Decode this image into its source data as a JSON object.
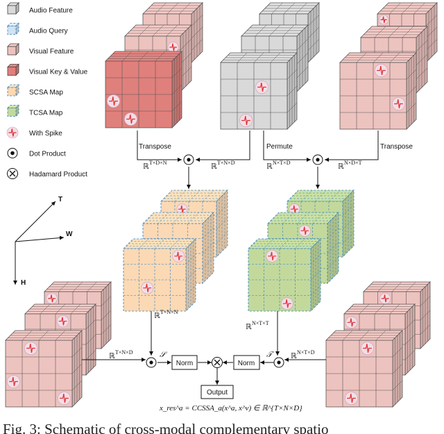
{
  "legend": [
    {
      "label": "Audio Feature",
      "kind": "audio"
    },
    {
      "label": "Audio Query",
      "kind": "query"
    },
    {
      "label": "Visual Feature",
      "kind": "visual"
    },
    {
      "label": "Visual Key & Value",
      "kind": "key"
    },
    {
      "label": "SCSA Map",
      "kind": "scsa"
    },
    {
      "label": "TCSA Map",
      "kind": "tcsa"
    },
    {
      "label": "With Spike",
      "kind": "spike"
    },
    {
      "label": "Dot Product",
      "kind": "dot"
    },
    {
      "label": "Hadamard Product",
      "kind": "hadamard"
    }
  ],
  "axes": {
    "t": "T",
    "w": "W",
    "h": "H"
  },
  "labels": {
    "transpose_left": "Transpose",
    "permute": "Permute",
    "transpose_right": "Transpose",
    "dim_tdn": "ℝ",
    "dim_tdn_sup": "T×D×N",
    "dim_tnd_top": "ℝ",
    "dim_tnd_top_sup": "T×N×D",
    "dim_ntd": "ℝ",
    "dim_ntd_sup": "N×T×D",
    "dim_ndt": "ℝ",
    "dim_ndt_sup": "N×D×T",
    "dim_tnn": "ℝ",
    "dim_tnn_sup": "T×N×N",
    "dim_ntt": "ℝ",
    "dim_ntt_sup": "N×T×T",
    "dim_tnd_bottom": "ℝ",
    "dim_tnd_bottom_sup": "T×N×D",
    "dim_ntd_bottom": "ℝ",
    "dim_ntd_bottom_sup": "N×T×D",
    "s_op": "𝒮",
    "t_op": "𝒯",
    "norm_left": "Norm",
    "norm_right": "Norm",
    "output": "Output",
    "formula": "x_res^a = CCSSA_a(x^a, x^v) ∈ ℝ^{T×N×D}"
  },
  "caption": "Fig. 3: Schematic of cross-modal complementary spatio",
  "colors": {
    "audio": "#d9d9d9",
    "query": "#cfe3f3",
    "visual": "#edc3bf",
    "key": "#df807c",
    "scsa": "#fbd9b4",
    "tcsa": "#c3d99c",
    "spike": "#e03030",
    "dashed_blue": "#2f7fc0"
  }
}
